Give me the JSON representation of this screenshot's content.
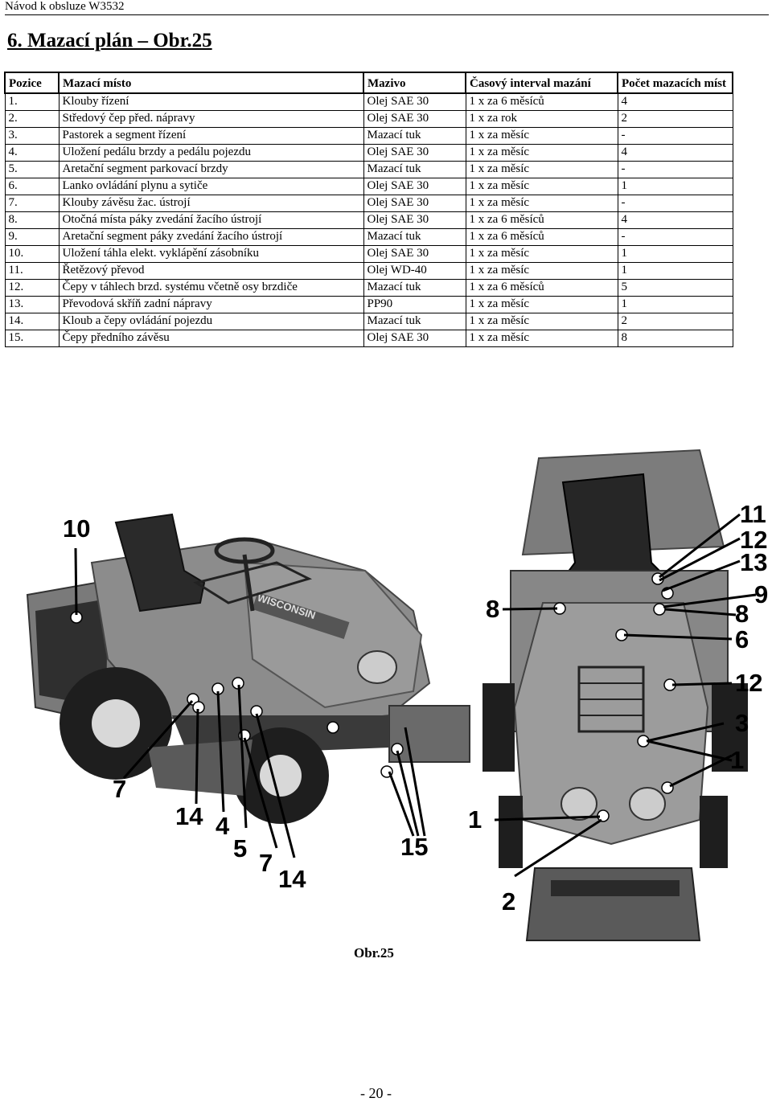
{
  "header": {
    "running_title": "Návod k obsluze W3532"
  },
  "section": {
    "title": "6. Mazací plán – Obr.25"
  },
  "table": {
    "columns": [
      "Pozice",
      "Mazací místo",
      "Mazivo",
      "Časový interval mazání",
      "Počet mazacích míst"
    ],
    "rows": [
      [
        "1.",
        "Klouby řízení",
        "Olej SAE 30",
        "1 x za 6 měsíců",
        "4"
      ],
      [
        "2.",
        "Středový čep před. nápravy",
        "Olej SAE 30",
        "1 x za rok",
        "2"
      ],
      [
        "3.",
        "Pastorek a segment řízení",
        "Mazací tuk",
        "1 x za měsíc",
        "-"
      ],
      [
        "4.",
        "Uložení pedálu brzdy a pedálu pojezdu",
        "Olej SAE 30",
        "1 x za měsíc",
        "4"
      ],
      [
        "5.",
        "Aretační segment parkovací brzdy",
        "Mazací tuk",
        "1 x za měsíc",
        "-"
      ],
      [
        "6.",
        "Lanko ovládání plynu a sytiče",
        "Olej SAE 30",
        "1 x za měsíc",
        "1"
      ],
      [
        "7.",
        "Klouby závěsu žac. ústrojí",
        "Olej SAE 30",
        "1 x za měsíc",
        "-"
      ],
      [
        "8.",
        "Otočná místa páky zvedání žacího ústrojí",
        "Olej SAE 30",
        "1 x za 6 měsíců",
        "4"
      ],
      [
        "9.",
        "Aretační segment páky zvedání žacího ústrojí",
        "Mazací tuk",
        "1 x za 6 měsíců",
        "-"
      ],
      [
        "10.",
        "Uložení táhla elekt. vyklápění zásobníku",
        "Olej SAE 30",
        "1 x za měsíc",
        "1"
      ],
      [
        "11.",
        "Řetězový převod",
        "Olej WD-40",
        "1 x za měsíc",
        "1"
      ],
      [
        "12.",
        "Čepy v táhlech brzd. systému včetně osy brzdiče",
        "Mazací tuk",
        "1 x za 6 měsíců",
        "5"
      ],
      [
        "13.",
        "Převodová skříň zadní nápravy",
        "PP90",
        "1 x za měsíc",
        "1"
      ],
      [
        "14.",
        "Kloub a čepy ovládání pojezdu",
        "Mazací tuk",
        "1 x za měsíc",
        "2"
      ],
      [
        "15.",
        "Čepy předního závěsu",
        "Olej SAE 30",
        "1 x za měsíc",
        "8"
      ]
    ]
  },
  "figure": {
    "left_labels": [
      "10",
      "7",
      "14",
      "4",
      "5",
      "7",
      "14",
      "15"
    ],
    "right_labels": [
      "11",
      "12",
      "13",
      "9",
      "8",
      "8",
      "6",
      "12",
      "3",
      "1",
      "1",
      "2"
    ],
    "brand_text": "WISCONSIN",
    "caption": "Obr.25"
  },
  "footer": {
    "page_number": "- 20 -"
  }
}
